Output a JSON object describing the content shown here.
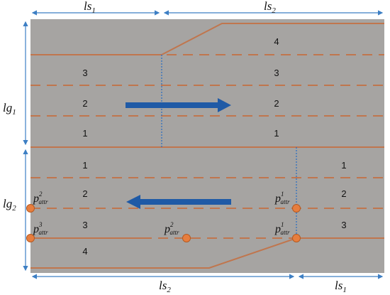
{
  "lanes_upper_right": [
    "4",
    "3",
    "2",
    "1"
  ],
  "lanes_upper_left": [
    "3",
    "2",
    "1"
  ],
  "lanes_lower_left": [
    "1",
    "2",
    "3",
    "4"
  ],
  "lanes_lower_right": [
    "1",
    "2",
    "3"
  ],
  "dimensions": {
    "top_left": {
      "main": "ls",
      "sub": "1"
    },
    "top_right": {
      "main": "ls",
      "sub": "2"
    },
    "bottom_left": {
      "main": "ls",
      "sub": "2"
    },
    "bottom_right": {
      "main": "ls",
      "sub": "1"
    },
    "left_upper": {
      "main": "lg",
      "sub": "1"
    },
    "left_lower": {
      "main": "lg",
      "sub": "2"
    }
  },
  "points": [
    {
      "id": "p-attr-2-left",
      "main": "p",
      "sub": "attr",
      "sup": "2"
    },
    {
      "id": "p-attr-3-left",
      "main": "p",
      "sub": "attr",
      "sup": "3"
    },
    {
      "id": "p-attr-2-mid",
      "main": "p",
      "sub": "attr",
      "sup": "2"
    },
    {
      "id": "p-attr-1-right-upper",
      "main": "p",
      "sub": "attr",
      "sup": "1"
    },
    {
      "id": "p-attr-1-right-lower",
      "main": "p",
      "sub": "attr",
      "sup": "1"
    }
  ],
  "colors": {
    "road": "#a6a4a2",
    "line": "#c0764e",
    "arrow": "#1f5aa6",
    "point": "#e77e3e",
    "dimension": "#3d7fc4"
  }
}
